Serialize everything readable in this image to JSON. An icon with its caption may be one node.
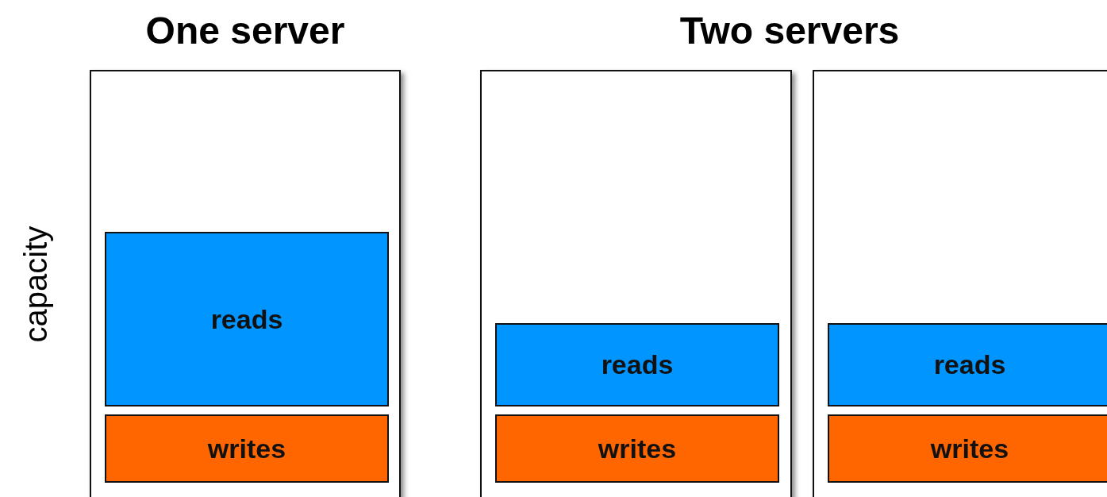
{
  "diagram": {
    "nodes": [
      {
        "text": [],
        "shape": "box"
      },
      {
        "text": [
          "reads"
        ],
        "in": 0
      },
      {
        "text": [
          "writes"
        ],
        "in": 0
      },
      {
        "text": [],
        "shape": "box"
      },
      {
        "text": [
          "reads"
        ],
        "in": 3
      },
      {
        "text": [
          "writes"
        ],
        "in": 3
      },
      {
        "text": [],
        "shape": "box"
      },
      {
        "text": [
          "reads"
        ],
        "in": 6
      },
      {
        "text": [
          "writes"
        ],
        "in": 6
      }
    ],
    "edges": [],
    "labels": [
      "One server",
      "Two servers",
      "capacity"
    ]
  }
}
